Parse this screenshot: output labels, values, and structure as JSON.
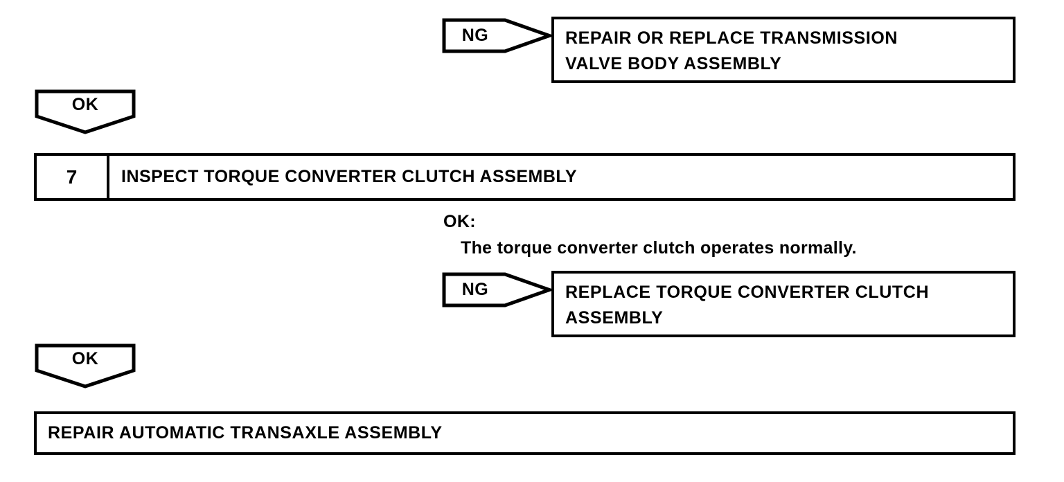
{
  "diagram": {
    "type": "troubleshooting-flowchart",
    "colors": {
      "ink": "#000000",
      "paper": "#ffffff"
    },
    "nodes": {
      "ng_top": {
        "connector_label": "NG",
        "box_lines": [
          "REPAIR OR REPLACE TRANSMISSION",
          "VALVE BODY ASSEMBLY"
        ]
      },
      "ok_top": {
        "connector_label": "OK"
      },
      "step7": {
        "number": "7",
        "title": "INSPECT TORQUE CONVERTER CLUTCH ASSEMBLY"
      },
      "criteria": {
        "heading": "OK:",
        "detail": "The torque converter clutch operates normally."
      },
      "ng_mid": {
        "connector_label": "NG",
        "box_lines": [
          "REPLACE TORQUE CONVERTER CLUTCH",
          "ASSEMBLY"
        ]
      },
      "ok_bottom": {
        "connector_label": "OK"
      },
      "final": {
        "box_lines": [
          "REPAIR AUTOMATIC TRANSAXLE ASSEMBLY"
        ]
      }
    }
  }
}
